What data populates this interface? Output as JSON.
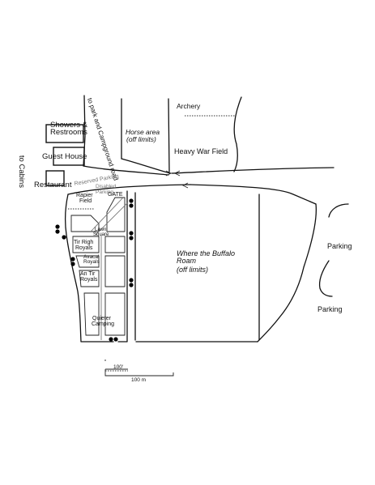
{
  "labels": {
    "to_cabins": "to Cabins",
    "showers": "Showers &",
    "restrooms": "Restrooms",
    "guest_house": "Guest House",
    "restaurant": "Restaurant",
    "road": "to park and Campground road",
    "archery": "Archery",
    "horse_area": "Horse area",
    "horse_off": "(off limits)",
    "heavy_war": "Heavy War Field",
    "reserved_parking": "Reserved Parking",
    "disabled_parking_1": "Disabled",
    "disabled_parking_2": "Parking",
    "rapier_1": "Rapier",
    "rapier_2": "Field",
    "gate": "GATE",
    "lawn_1": "Lawn",
    "lawn_2": "Square",
    "tir_righ_1": "Tir Righ",
    "tir_righ_2": "Royals",
    "avacal_1": "Avacal",
    "avacal_2": "Royals",
    "an_tir_1": "An Tir",
    "an_tir_2": "Royals",
    "quieter_1": "Quieter",
    "quieter_2": "Camping",
    "buffalo_1": "Where the Buffalo",
    "buffalo_2": "Roam",
    "buffalo_off": "(off limits)",
    "parking_top": "Parking",
    "parking_bottom": "Parking",
    "scale_small": "100'",
    "scale_large": "100 m"
  },
  "colors": {
    "ink": "#111111",
    "paper": "#ffffff",
    "faint": "#777777"
  }
}
